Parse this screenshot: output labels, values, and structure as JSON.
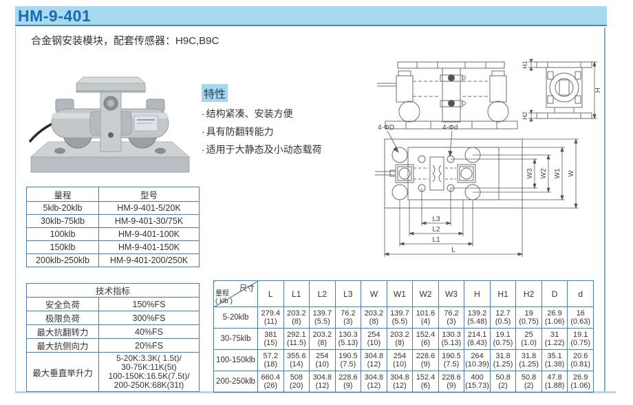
{
  "page": {
    "title": "HM-9-401",
    "subtitle": "合金钢安装模块，配套传感器：H9C,B9C"
  },
  "features": {
    "heading": "特性",
    "bullet": "·",
    "items": [
      "结构紧凑、安装方便",
      "具有防翻转能力",
      "适用于大静态及小动态载荷"
    ]
  },
  "range_model_table": {
    "headers": [
      "量程",
      "型号"
    ],
    "rows": [
      [
        "5klb-20klb",
        "HM-9-401-5/20K"
      ],
      [
        "30klb-75klb",
        "HM-9-401-30/75K"
      ],
      [
        "100klb",
        "HM-9-401-100K"
      ],
      [
        "150klb",
        "HM-9-401-150K"
      ],
      [
        "200klb-250klb",
        "HM-9-401-200/250K"
      ]
    ]
  },
  "spec_table": {
    "title": "技术指标",
    "rows": [
      [
        "安全负荷",
        "150%FS"
      ],
      [
        "极限负荷",
        "300%FS"
      ],
      [
        "最大抗翻转力",
        "40%FS"
      ],
      [
        "最大抗侧向力",
        "20%FS"
      ]
    ],
    "lift_row": {
      "label": "最大垂直举升力",
      "lines": [
        "5-20K:3.3K( 1.5t)/",
        "30-75K:11K(5t)",
        "100-150K:16.5K(7.5t)/",
        "200-250K:68K(31t)"
      ]
    }
  },
  "dim_table": {
    "corner": {
      "top_right": "尺寸",
      "bottom_left": "量程",
      "unit": "( klb )"
    },
    "columns": [
      "L",
      "L1",
      "L2",
      "L3",
      "W",
      "W1",
      "W2",
      "W3",
      "H",
      "H1",
      "H2",
      "D",
      "d"
    ],
    "rows": [
      {
        "label": "5-20klb",
        "values": [
          [
            "279.4",
            "(11)"
          ],
          [
            "203.2",
            "(8)"
          ],
          [
            "139.7",
            "(5.5)"
          ],
          [
            "76.2",
            "(3)"
          ],
          [
            "203.2",
            "(8)"
          ],
          [
            "139.7",
            "(5.5)"
          ],
          [
            "101.6",
            "(4)"
          ],
          [
            "76.2",
            "(3)"
          ],
          [
            "139.2",
            "(5.48)"
          ],
          [
            "12.7",
            "(0.5)"
          ],
          [
            "19",
            "(0.75)"
          ],
          [
            "26.9",
            "(1.06)"
          ],
          [
            "16",
            "(0.63)"
          ]
        ]
      },
      {
        "label": "30-75klb",
        "values": [
          [
            "381",
            "(15)"
          ],
          [
            "292.1",
            "(11.5)"
          ],
          [
            "203.2",
            "(8)"
          ],
          [
            "130.3",
            "(5.13)"
          ],
          [
            "254",
            "(10)"
          ],
          [
            "203.2",
            "(8)"
          ],
          [
            "152.4",
            "(6)"
          ],
          [
            "130.3",
            "(5.13)"
          ],
          [
            "214.1",
            "(8.43)"
          ],
          [
            "19.1",
            "(0.75)"
          ],
          [
            "25",
            "(1.0)"
          ],
          [
            "31",
            "(1.22)"
          ],
          [
            "19.1",
            "(0.75)"
          ]
        ]
      },
      {
        "label": "100-150klb",
        "values": [
          [
            "57.2",
            "(18)"
          ],
          [
            "355.6",
            "(14)"
          ],
          [
            "254",
            "(10)"
          ],
          [
            "190.5",
            "(7.5)"
          ],
          [
            "304.8",
            "(12)"
          ],
          [
            "254",
            "(10)"
          ],
          [
            "228.6",
            "(9)"
          ],
          [
            "190.5",
            "(7.5)"
          ],
          [
            "264",
            "(10.39)"
          ],
          [
            "31.8",
            "(1.25)"
          ],
          [
            "31.8",
            "(1.25)"
          ],
          [
            "35.1",
            "(1.38)"
          ],
          [
            "20.6",
            "(0.81)"
          ]
        ]
      },
      {
        "label": "200-250klb",
        "values": [
          [
            "660.4",
            "(26)"
          ],
          [
            "508",
            "(20)"
          ],
          [
            "304.8",
            "(12)"
          ],
          [
            "228.6",
            "(9)"
          ],
          [
            "304.8",
            "(12)"
          ],
          [
            "304.8",
            "(12)"
          ],
          [
            "152.4",
            "(6)"
          ],
          [
            "228.6",
            "(9)"
          ],
          [
            "400",
            "(15.73)"
          ],
          [
            "50.8",
            "(2)"
          ],
          [
            "50.8",
            "(2)"
          ],
          [
            "47.8",
            "(1.88)"
          ],
          [
            "26.9",
            "(1.06)"
          ]
        ]
      }
    ]
  },
  "drawing_labels": {
    "hole_large": "4-ΦD",
    "hole_small": "4-Φd",
    "h1": "H1",
    "h2": "H2",
    "h": "H",
    "w3": "W3",
    "w2": "W2",
    "w1": "W1",
    "w": "W",
    "l3": "L3",
    "l2": "L2",
    "l1": "L1",
    "l": "L"
  },
  "colors": {
    "header_bg": "#a9d9ee",
    "header_text": "#1c6bb0",
    "accent_line": "#3c87c0",
    "table_border": "#4a7ba6",
    "highlight_bg": "#a9d6ef"
  }
}
